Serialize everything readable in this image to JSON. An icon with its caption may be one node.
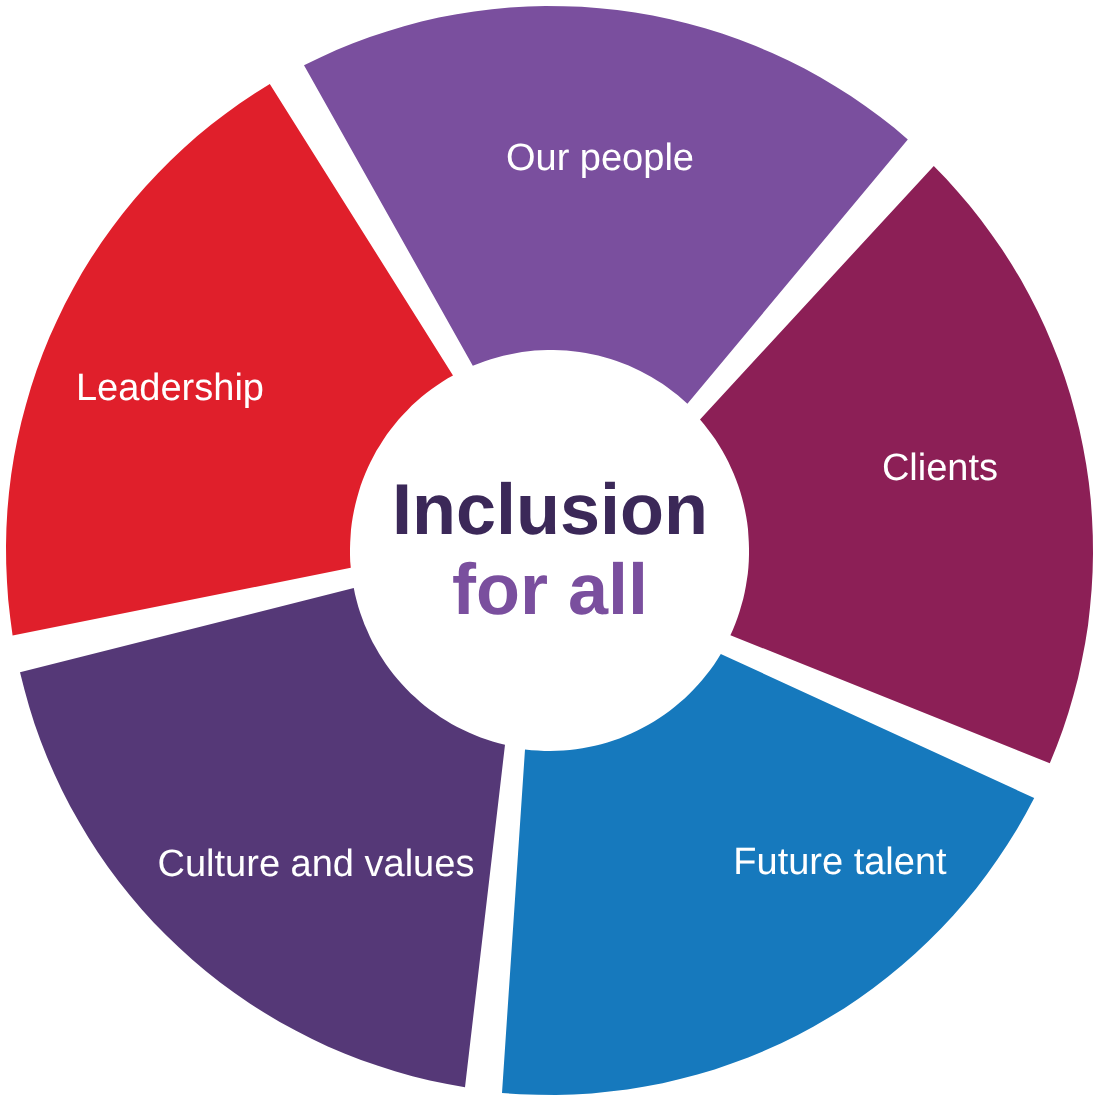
{
  "diagram": {
    "nodes": [
      {
        "text": [
          "Our people"
        ]
      },
      {
        "text": [
          "Leadership"
        ]
      },
      {
        "text": [
          "Clients"
        ]
      },
      {
        "text": [
          "Inclusion",
          "for all"
        ]
      },
      {
        "text": [
          "Culture and values"
        ]
      },
      {
        "text": [
          "Future talent"
        ]
      }
    ]
  }
}
